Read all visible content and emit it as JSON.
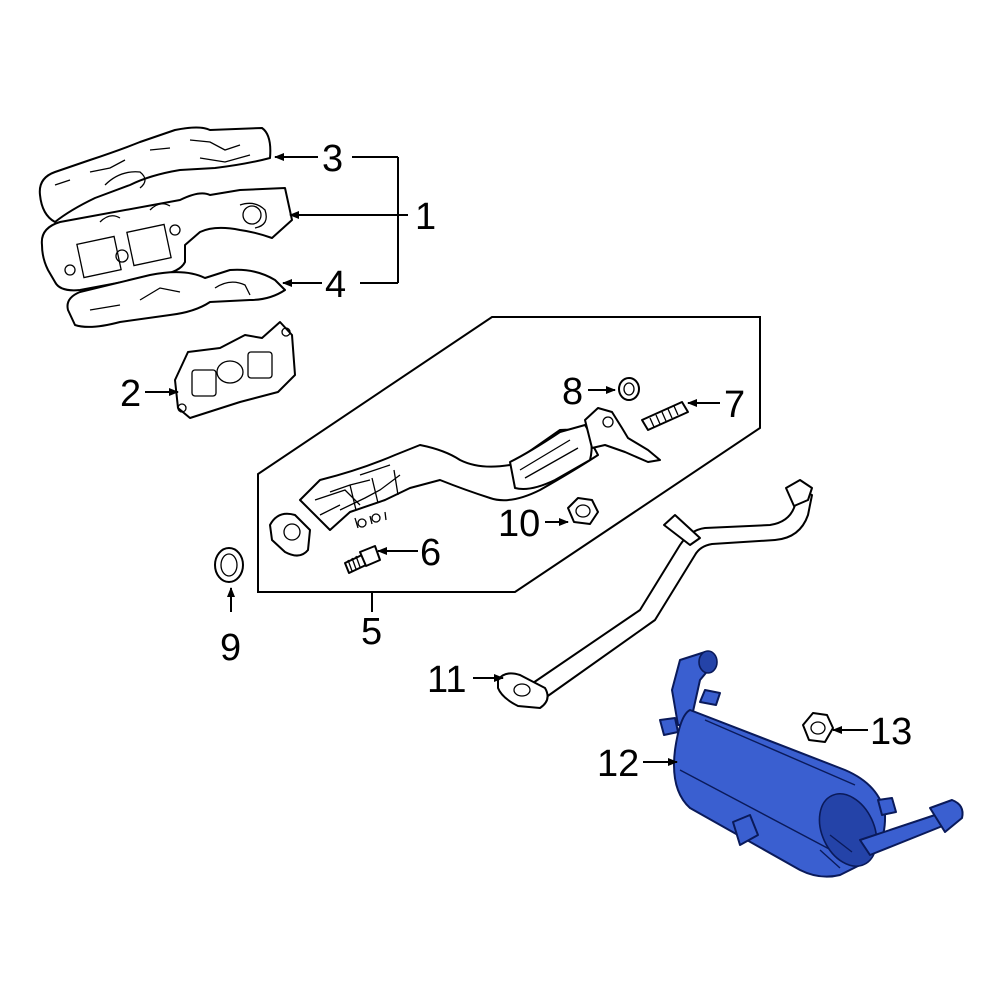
{
  "callouts": {
    "c1": "1",
    "c2": "2",
    "c3": "3",
    "c4": "4",
    "c5": "5",
    "c6": "6",
    "c7": "7",
    "c8": "8",
    "c9": "9",
    "c10": "10",
    "c11": "11",
    "c12": "12",
    "c13": "13"
  },
  "colors": {
    "highlight": "#3a5fd0",
    "line": "#000000",
    "background": "#ffffff"
  }
}
